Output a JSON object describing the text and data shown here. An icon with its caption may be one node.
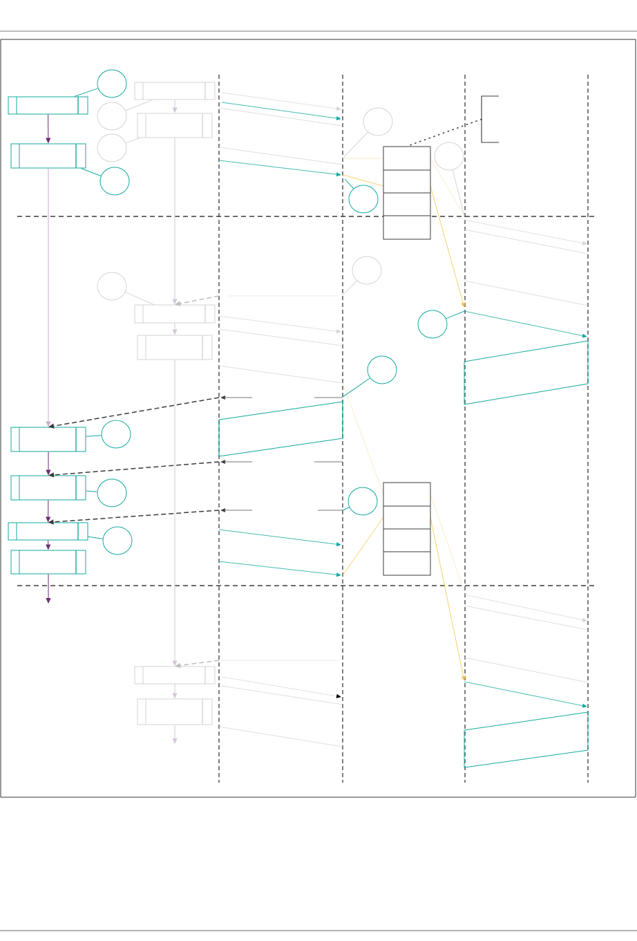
{
  "diagram": {
    "nodes": [
      {
        "text": [],
        "shape": "box"
      },
      {
        "text": [],
        "shape": "box"
      },
      {
        "text": [],
        "shape": "box"
      },
      {
        "text": [],
        "shape": "box"
      },
      {
        "text": [],
        "shape": "box"
      },
      {
        "text": [],
        "shape": "box"
      },
      {
        "text": [],
        "shape": "box"
      },
      {
        "text": [],
        "shape": "box"
      },
      {
        "text": [],
        "shape": "box"
      },
      {
        "text": [],
        "shape": "box"
      },
      {
        "text": [],
        "shape": "box"
      },
      {
        "text": [],
        "shape": "box"
      },
      {
        "text": [],
        "shape": "circle"
      },
      {
        "text": [],
        "shape": "circle"
      },
      {
        "text": [],
        "shape": "circle"
      },
      {
        "text": [],
        "shape": "circle"
      },
      {
        "text": [],
        "shape": "circle"
      },
      {
        "text": [],
        "shape": "circle"
      },
      {
        "text": [],
        "shape": "circle"
      },
      {
        "text": [],
        "shape": "circle"
      },
      {
        "text": [],
        "shape": "circle"
      },
      {
        "text": [],
        "shape": "circle"
      },
      {
        "text": [],
        "shape": "circle"
      },
      {
        "text": [],
        "shape": "circle"
      },
      {
        "text": [],
        "shape": "circle"
      },
      {
        "text": [],
        "shape": "circle"
      },
      {
        "text": [],
        "shape": "circle"
      },
      {
        "text": [],
        "shape": "stack"
      },
      {
        "text": [],
        "shape": "stack"
      },
      {
        "text": [],
        "shape": "bracket"
      }
    ],
    "edges": [
      {
        "from": 0,
        "to": 1,
        "arrow": "to",
        "color": "#6b2d6e"
      },
      {
        "from": 1,
        "to": 2,
        "arrow": "to",
        "color": "#c5adc9"
      },
      {
        "from": 2,
        "to": 3,
        "arrow": "to",
        "color": "#6b2d6e"
      },
      {
        "from": 3,
        "to": 4,
        "arrow": "to",
        "color": "#6b2d6e"
      },
      {
        "from": 4,
        "to": 5,
        "arrow": "to",
        "color": "#6b2d6e"
      },
      {
        "from": 5,
        "to": null,
        "arrow": "to",
        "color": "#6b2d6e"
      },
      {
        "from": 6,
        "to": 7,
        "arrow": "to",
        "color": "#d6c6da"
      },
      {
        "from": 7,
        "to": 8,
        "arrow": "to",
        "color": "#d6c6da"
      },
      {
        "from": 8,
        "to": 9,
        "arrow": "to",
        "color": "#d6c6da"
      },
      {
        "from": 9,
        "to": 10,
        "arrow": "to",
        "color": "#d6c6da"
      },
      {
        "from": 10,
        "to": 11,
        "arrow": "to",
        "color": "#d6c6da"
      },
      {
        "from": 11,
        "to": null,
        "arrow": "to",
        "color": "#d6c6da"
      },
      {
        "from": 12,
        "to": 0,
        "arrow": "none",
        "color": "#13a89e"
      },
      {
        "from": 13,
        "to": 6,
        "arrow": "none",
        "color": "#d4d4d4"
      },
      {
        "from": 14,
        "to": 7,
        "arrow": "none",
        "color": "#d4d4d4"
      },
      {
        "from": 15,
        "to": 1,
        "arrow": "none",
        "color": "#13a89e"
      },
      {
        "from": 16,
        "to": 8,
        "arrow": "none",
        "color": "#d4d4d4"
      },
      {
        "from": 17,
        "to": 2,
        "arrow": "none",
        "color": "#13a89e"
      },
      {
        "from": 18,
        "to": 3,
        "arrow": "none",
        "color": "#13a89e"
      },
      {
        "from": 19,
        "to": 4,
        "arrow": "none",
        "color": "#13a89e"
      },
      {
        "from": 20,
        "to": null,
        "arrow": "none",
        "color": "#d4d4d4"
      },
      {
        "from": 21,
        "to": null,
        "arrow": "none",
        "color": "#d4d4d4"
      },
      {
        "from": 22,
        "to": null,
        "arrow": "none",
        "color": "#13a89e"
      },
      {
        "from": 23,
        "to": null,
        "arrow": "none",
        "color": "#d4d4d4"
      },
      {
        "from": 24,
        "to": null,
        "arrow": "none",
        "color": "#13a89e"
      },
      {
        "from": 25,
        "to": null,
        "arrow": "none",
        "color": "#13a89e"
      },
      {
        "from": 26,
        "to": null,
        "arrow": "none",
        "color": "#13a89e"
      },
      {
        "from": null,
        "to": 8,
        "arrow": "to",
        "style": "dashed",
        "color": "#bdbdbd"
      },
      {
        "from": null,
        "to": 2,
        "arrow": "to",
        "style": "dashed",
        "color": "#3a3a3a"
      },
      {
        "from": null,
        "to": 3,
        "arrow": "to",
        "style": "dashed",
        "color": "#3a3a3a"
      },
      {
        "from": null,
        "to": 4,
        "arrow": "to",
        "style": "dashed",
        "color": "#3a3a3a"
      },
      {
        "from": null,
        "to": 10,
        "arrow": "to",
        "style": "dashed",
        "color": "#bdbdbd"
      },
      {
        "from": 29,
        "to": 27,
        "arrow": "none",
        "style": "dashed",
        "color": "#3a3a3a"
      }
    ]
  }
}
